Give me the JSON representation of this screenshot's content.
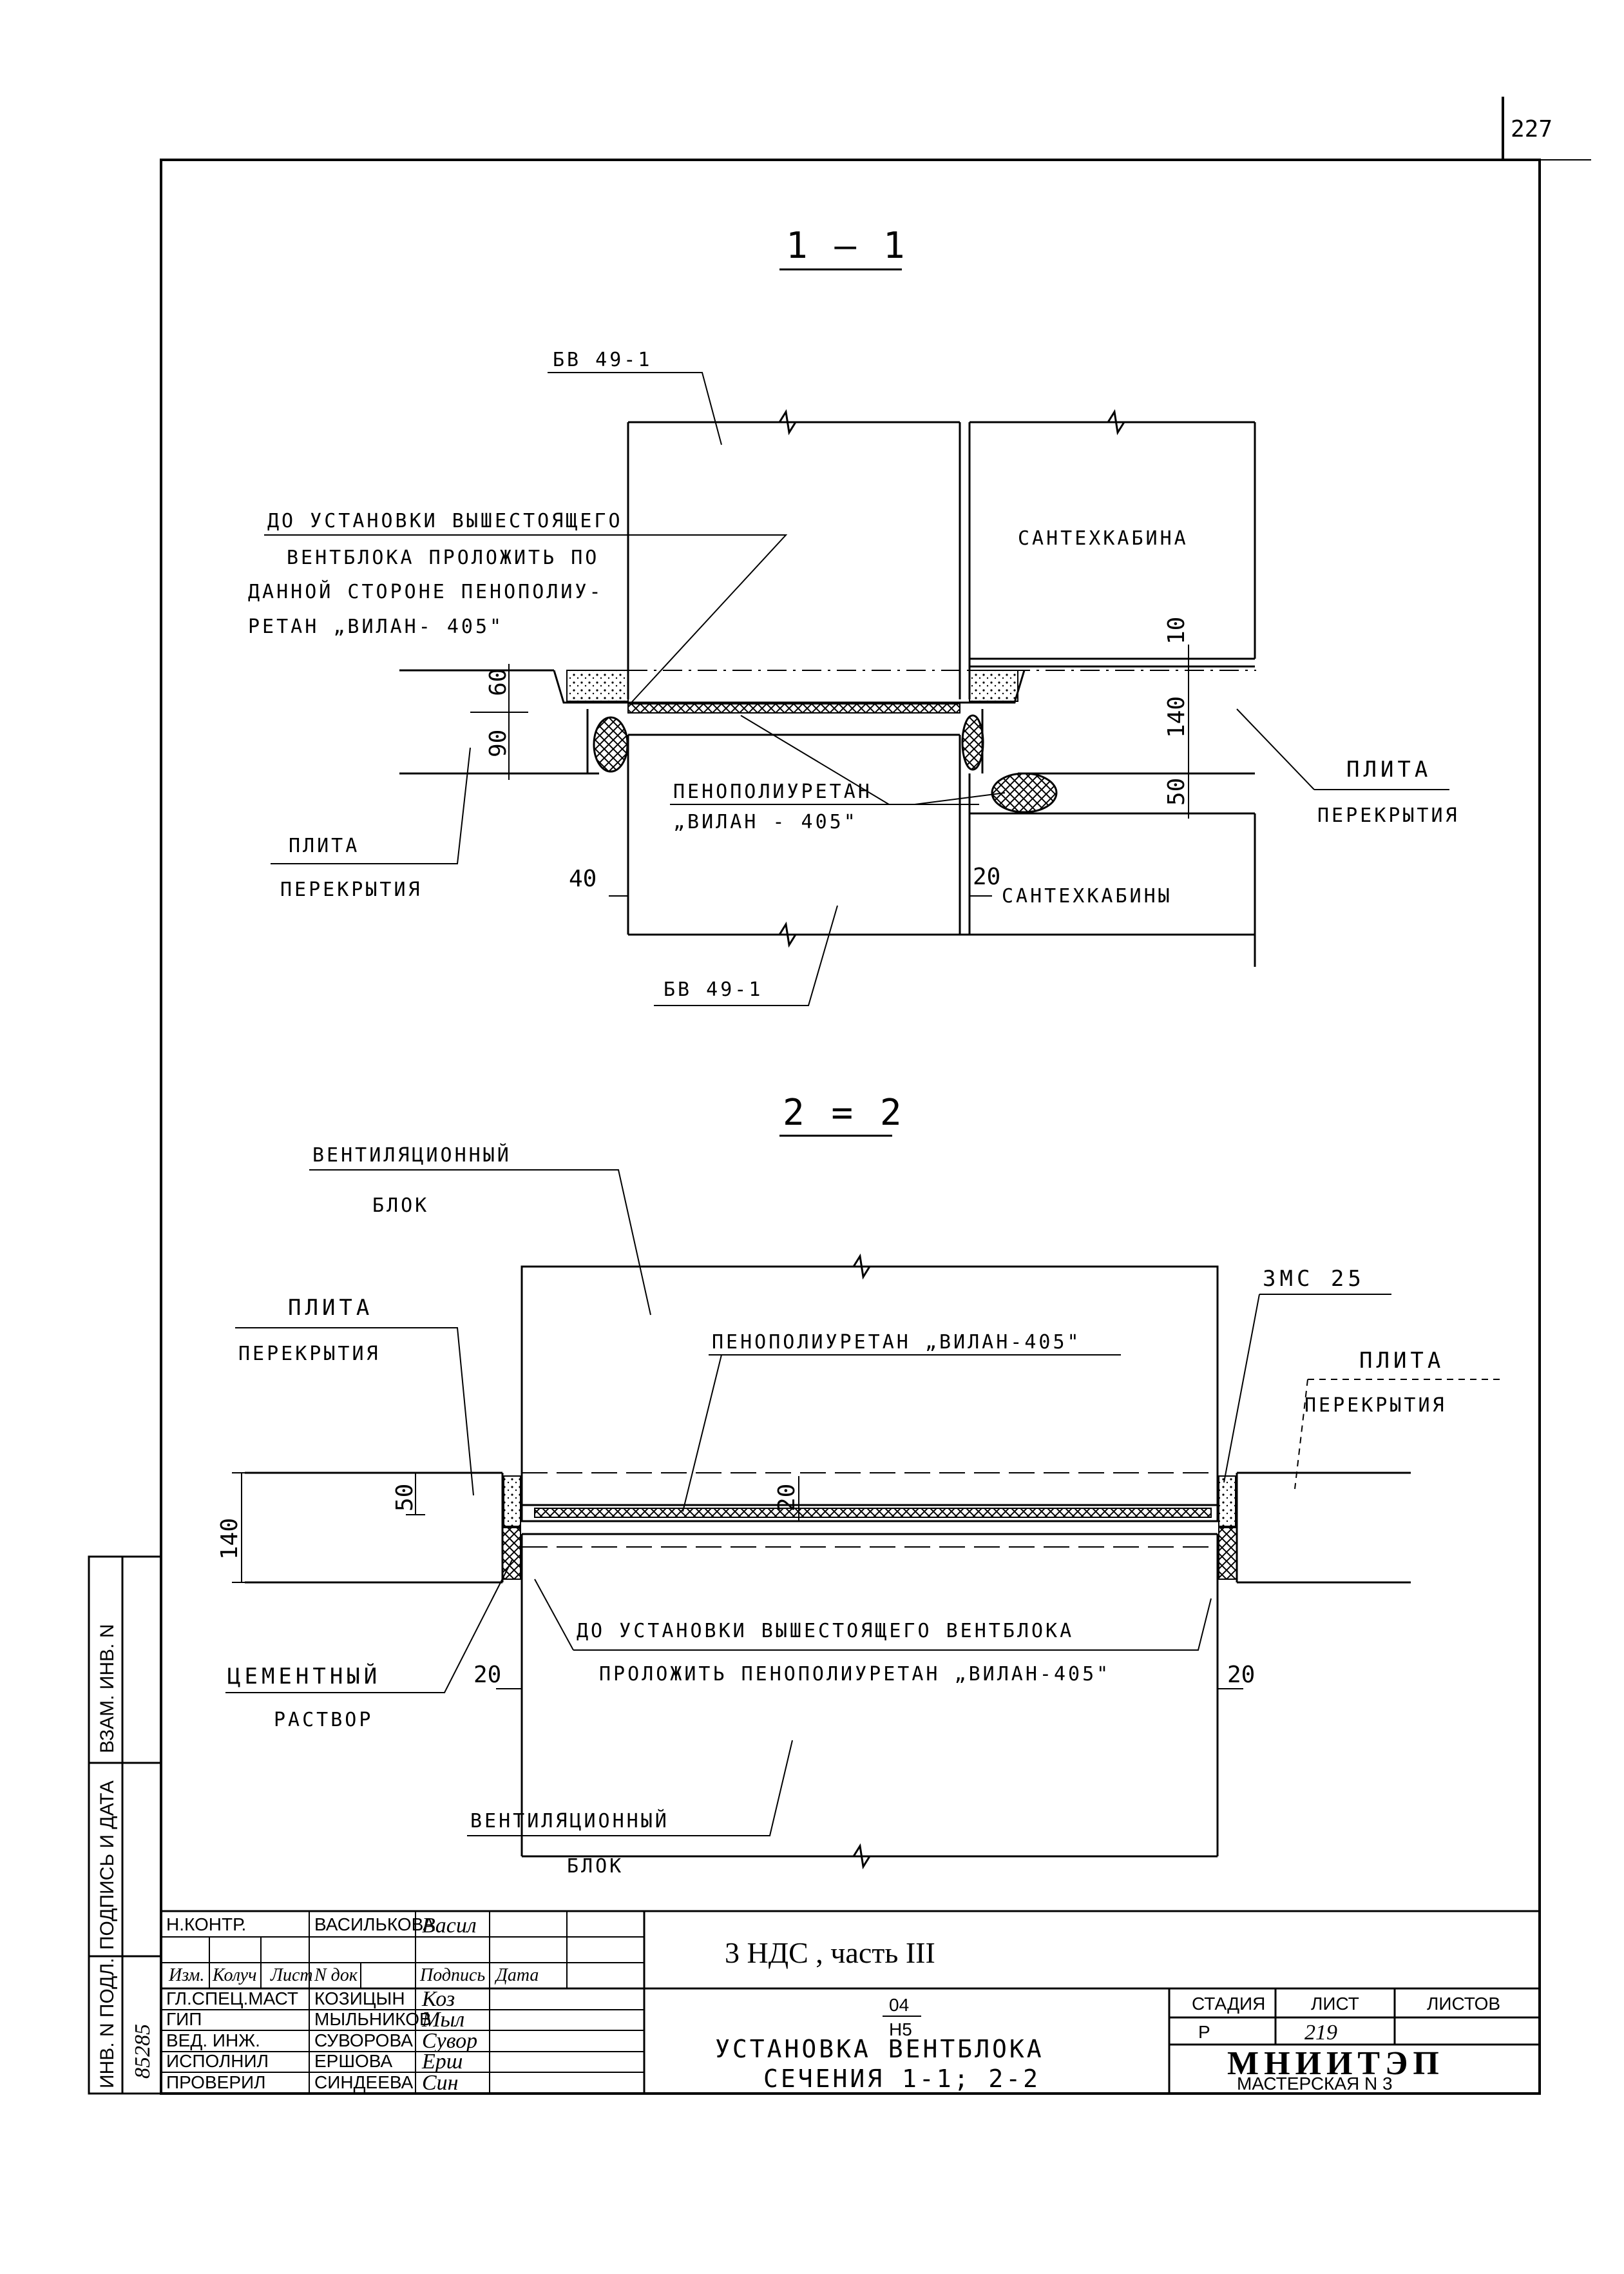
{
  "sheet": {
    "page_number": "227"
  },
  "section_1": {
    "title": "1 — 1",
    "label_top_block": "БВ 49-1",
    "label_bottom_block": "БВ 49-1",
    "note_line1": "ДО УСТАНОВКИ ВЫШЕСТОЯЩЕГО",
    "note_line2": "ВЕНТБЛОКА ПРОЛОЖИТЬ ПО",
    "note_line3": "ДАННОЙ СТОРОНЕ ПЕНОПОЛИУ-",
    "note_line4": "РЕТАН „ВИЛАН- 405\"",
    "label_cabin_top": "САНТЕХКАБИНА",
    "label_cabin_bottom": "САНТЕХКАБИНЫ",
    "label_foam_line1": "ПЕНОПОЛИУРЕТАН",
    "label_foam_line2": "„ВИЛАН - 405\"",
    "label_slab_right_1": "ПЛИТА",
    "label_slab_right_2": "ПЕРЕКРЫТИЯ",
    "label_slab_left_1": "ПЛИТА",
    "label_slab_left_2": "ПЕРЕКРЫТИЯ",
    "dim_60": "60",
    "dim_90": "90",
    "dim_40": "40",
    "dim_10": "10",
    "dim_140": "140",
    "dim_50": "50",
    "dim_20": "20"
  },
  "section_2": {
    "title": "2 = 2",
    "label_block_top_1": "ВЕНТИЛЯЦИОННЫЙ",
    "label_block_top_2": "БЛОК",
    "label_zmc": "ЗМС 25",
    "label_foam": "ПЕНОПОЛИУРЕТАН „ВИЛАН-405\"",
    "label_slab_left_1": "ПЛИТА",
    "label_slab_left_2": "ПЕРЕКРЫТИЯ",
    "label_slab_right_1": "ПЛИТА",
    "label_slab_right_2": "ПЕРЕКРЫТИЯ",
    "note_line1": "ДО УСТАНОВКИ ВЫШЕСТОЯЩЕГО ВЕНТБЛОКА",
    "note_line2": "ПРОЛОЖИТЬ ПЕНОПОЛИУРЕТАН „ВИЛАН-405\"",
    "label_mortar_1": "ЦЕМЕНТНЫЙ",
    "label_mortar_2": "РАСТВОР",
    "label_block_bottom_1": "ВЕНТИЛЯЦИОННЫЙ",
    "label_block_bottom_2": "БЛОК",
    "dim_140": "140",
    "dim_50": "50",
    "dim_20_mid": "20",
    "dim_20_left": "20",
    "dim_20_right": "20"
  },
  "side_stamp": {
    "col1": "ИНВ. N ПОДЛ.",
    "col2": "ПОДПИСЬ И ДАТА",
    "col3": "ВЗАМ. ИНВ. N",
    "inv_number": "85285"
  },
  "title_block": {
    "nkontr_role": "Н.КОНТР.",
    "nkontr_name": "ВАСИЛЬКОВА",
    "nkontr_sig": "Васил",
    "hdr_izm": "Изм.",
    "hdr_koluch": "Колуч",
    "hdr_list": "Лист",
    "hdr_ndok": "N док",
    "hdr_podpis": "Подпись",
    "hdr_data": "Дата",
    "rows": [
      {
        "role": "ГЛ.СПЕЦ.МАСТ",
        "name": "КОЗИЦЫН",
        "sig": "Коз"
      },
      {
        "role": "ГИП",
        "name": "МЫЛЬНИКОВ",
        "sig": "Мыл"
      },
      {
        "role": "ВЕД. ИНЖ.",
        "name": "СУВОРОВА",
        "sig": "Сувор"
      },
      {
        "role": "ИСПОЛНИЛ",
        "name": "ЕРШОВА",
        "sig": "Ерш"
      },
      {
        "role": "ПРОВЕРИЛ",
        "name": "СИНДЕЕВА",
        "sig": "Син"
      }
    ],
    "project": "3 НДС , часть III",
    "code_top": "04",
    "code_bottom": "Н5",
    "name_line1": "УСТАНОВКА ВЕНТБЛОКА",
    "name_line2": "СЕЧЕНИЯ 1-1; 2-2",
    "hdr_stage": "СТАДИЯ",
    "hdr_sheet": "ЛИСТ",
    "hdr_sheets": "ЛИСТОВ",
    "stage": "Р",
    "sheet": "219",
    "sheets": "",
    "org_line1": "МНИИТЭП",
    "org_line2": "МАСТЕРСКАЯ N 3"
  }
}
